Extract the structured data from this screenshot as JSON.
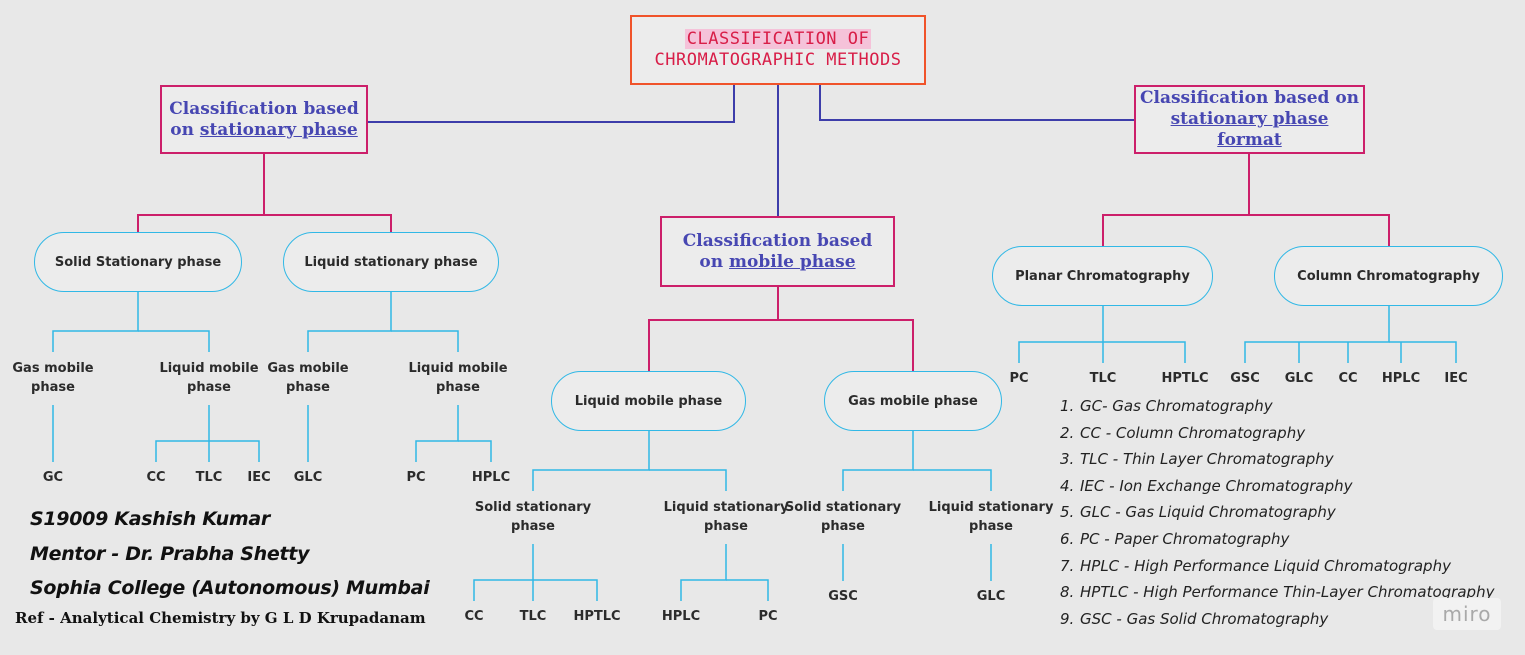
{
  "title": {
    "line1": "Classification of",
    "line2": "Chromatographic Methods"
  },
  "categories": {
    "stationary": {
      "prefix": "Classification based",
      "pre2": "on ",
      "link": "stationary phase"
    },
    "mobile": {
      "prefix": "Classification based",
      "pre2": "on ",
      "link": "mobile phase"
    },
    "format": {
      "prefix": "Classification based on",
      "pre2": "",
      "link": "stationary phase format"
    }
  },
  "pills": {
    "solid_stationary": "Solid Stationary phase",
    "liquid_stationary": "Liquid stationary phase",
    "liquid_mobile": "Liquid mobile phase",
    "gas_mobile": "Gas mobile phase",
    "planar": "Planar Chromatography",
    "column": "Column Chromatography"
  },
  "sublabels": {
    "gas_mobile_a": "Gas mobile\nphase",
    "liquid_mobile_a": "Liquid mobile\nphase",
    "gas_mobile_b": "Gas mobile\nphase",
    "liquid_mobile_b": "Liquid mobile\nphase",
    "solid_stat_a": "Solid stationary\nphase",
    "liquid_stat_a": "Liquid stationary\nphase",
    "solid_stat_b": "Solid stationary\nphase",
    "liquid_stat_b": "Liquid stationary\nphase"
  },
  "leaves": {
    "gc": "GC",
    "cc1": "CC",
    "tlc1": "TLC",
    "iec1": "IEC",
    "glc1": "GLC",
    "pc1": "PC",
    "hplc1": "HPLC",
    "cc2": "CC",
    "tlc2": "TLC",
    "hptlc2": "HPTLC",
    "hplc2": "HPLC",
    "pc2": "PC",
    "gsc2": "GSC",
    "glc2": "GLC",
    "pc3": "PC",
    "tlc3": "TLC",
    "hptlc3": "HPTLC",
    "gsc3": "GSC",
    "glc3": "GLC",
    "cc3": "CC",
    "hplc3": "HPLC",
    "iec3": "IEC"
  },
  "legend": [
    {
      "num": "1.",
      "text": "GC- Gas Chromatography"
    },
    {
      "num": "2.",
      "text": "CC - Column Chromatography"
    },
    {
      "num": "3.",
      "text": "TLC - Thin Layer Chromatography"
    },
    {
      "num": "4.",
      "text": "IEC - Ion Exchange Chromatography"
    },
    {
      "num": "5.",
      "text": "GLC - Gas Liquid Chromatography"
    },
    {
      "num": "6.",
      "text": "PC - Paper Chromatography"
    },
    {
      "num": "7.",
      "text": "HPLC - High Performance Liquid Chromatography"
    },
    {
      "num": "8.",
      "text": "HPTLC - High Performance Thin-Layer Chromatography"
    },
    {
      "num": "9.",
      "text": "GSC - Gas Solid Chromatography"
    }
  ],
  "credits": {
    "author": "S19009 Kashish Kumar",
    "mentor": "Mentor - Dr. Prabha Shetty",
    "college": "Sophia College (Autonomous) Mumbai",
    "reference": "Ref - Analytical Chemistry by G L D Krupadanam"
  },
  "watermark": "miro",
  "colors": {
    "category_border": "#cc1f6a",
    "root_border": "#f0532a",
    "pill_border": "#31b8e6",
    "category_text": "#4747b2",
    "root_text": "#d81e48",
    "wire_main": "#3d3daa"
  }
}
